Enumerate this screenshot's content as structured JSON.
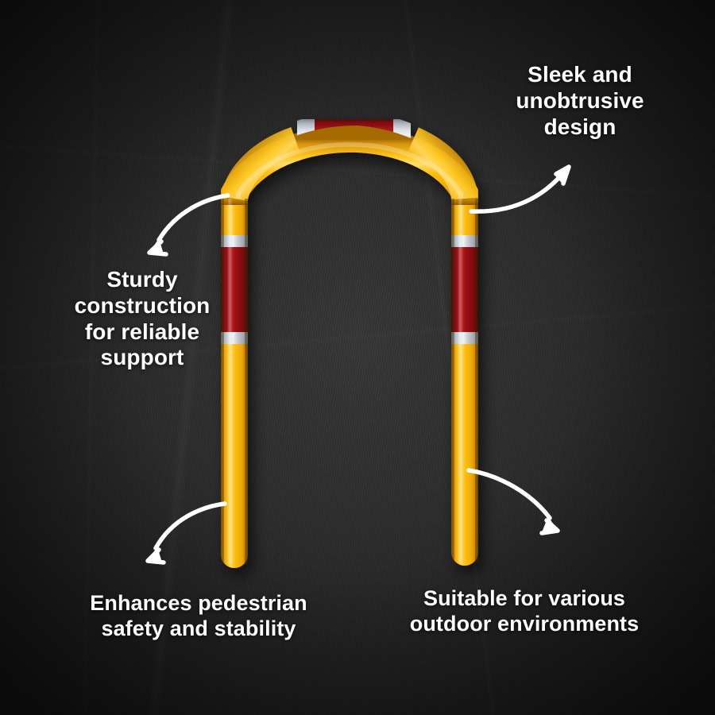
{
  "scene": {
    "background_color": "#262626",
    "background_texture": "dark-slate-chalkboard"
  },
  "product": {
    "name": "safety-hoop-barrier",
    "shape": "inverted-u-arch",
    "colors": {
      "tube_yellow": "#F5B20C",
      "tube_yellow_light": "#FFD24A",
      "tube_yellow_dark": "#C3860A",
      "band_red": "#9E0F12",
      "band_red_light": "#C4221E",
      "band_red_dark": "#6B0A0C",
      "band_grey": "#C2C6CC",
      "band_grey_light": "#E4E7EB",
      "band_grey_dark": "#9AA0A8"
    },
    "segments": [
      {
        "id": "top-red-band",
        "color": "#9E0F12",
        "location": "arch-crown-center"
      },
      {
        "id": "top-grey-band-left",
        "color": "#C2C6CC",
        "location": "arch-crown-left"
      },
      {
        "id": "top-grey-band-right",
        "color": "#C2C6CC",
        "location": "arch-crown-right"
      },
      {
        "id": "left-red-band",
        "color": "#9E0F12",
        "location": "left-leg-upper"
      },
      {
        "id": "right-red-band",
        "color": "#9E0F12",
        "location": "right-leg-upper"
      }
    ]
  },
  "callouts": [
    {
      "id": "sleek-design",
      "text": "Sleek and\nunobtrusive\ndesign",
      "position": "top-right",
      "arrow": "curve-up-right"
    },
    {
      "id": "sturdy-construction",
      "text": "Sturdy\nconstruction\nfor reliable\nsupport",
      "position": "top-left",
      "arrow": "curve-down-left"
    },
    {
      "id": "pedestrian-safety",
      "text": "Enhances pedestrian\nsafety and stability",
      "position": "bottom-left",
      "arrow": "curve-down-left"
    },
    {
      "id": "outdoor-environments",
      "text": "Suitable for various\noutdoor environments",
      "position": "bottom-right",
      "arrow": "curve-down-right"
    }
  ],
  "arrow_color": "#FFFFFF",
  "text_color": "#FDFDFD"
}
